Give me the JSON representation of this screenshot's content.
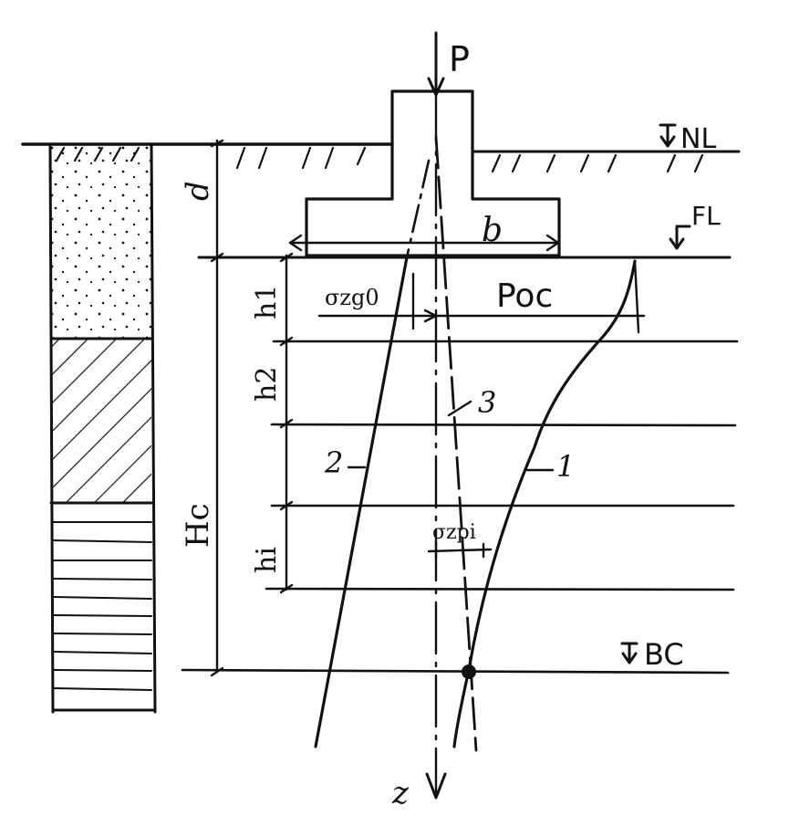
{
  "labels": {
    "load": "P",
    "natural_level": "NL",
    "foundation_level": "FL",
    "boundary": "BC",
    "depth": "d",
    "width": "b",
    "compressible_thickness": "Hc",
    "layer_1": "h1",
    "layer_2": "h2",
    "layer_i": "hi",
    "sigma_zg0": "σzg0",
    "p_oc": "Poc",
    "sigma_zpi": "σzpi",
    "curve_1": "1",
    "curve_2": "2",
    "curve_3": "3",
    "axis_z": "z"
  },
  "colors": {
    "ink": "#111111",
    "paper": "#ffffff"
  },
  "icons": {
    "level_marker": "triangle-down-flag",
    "intersection": "filled-dot"
  }
}
